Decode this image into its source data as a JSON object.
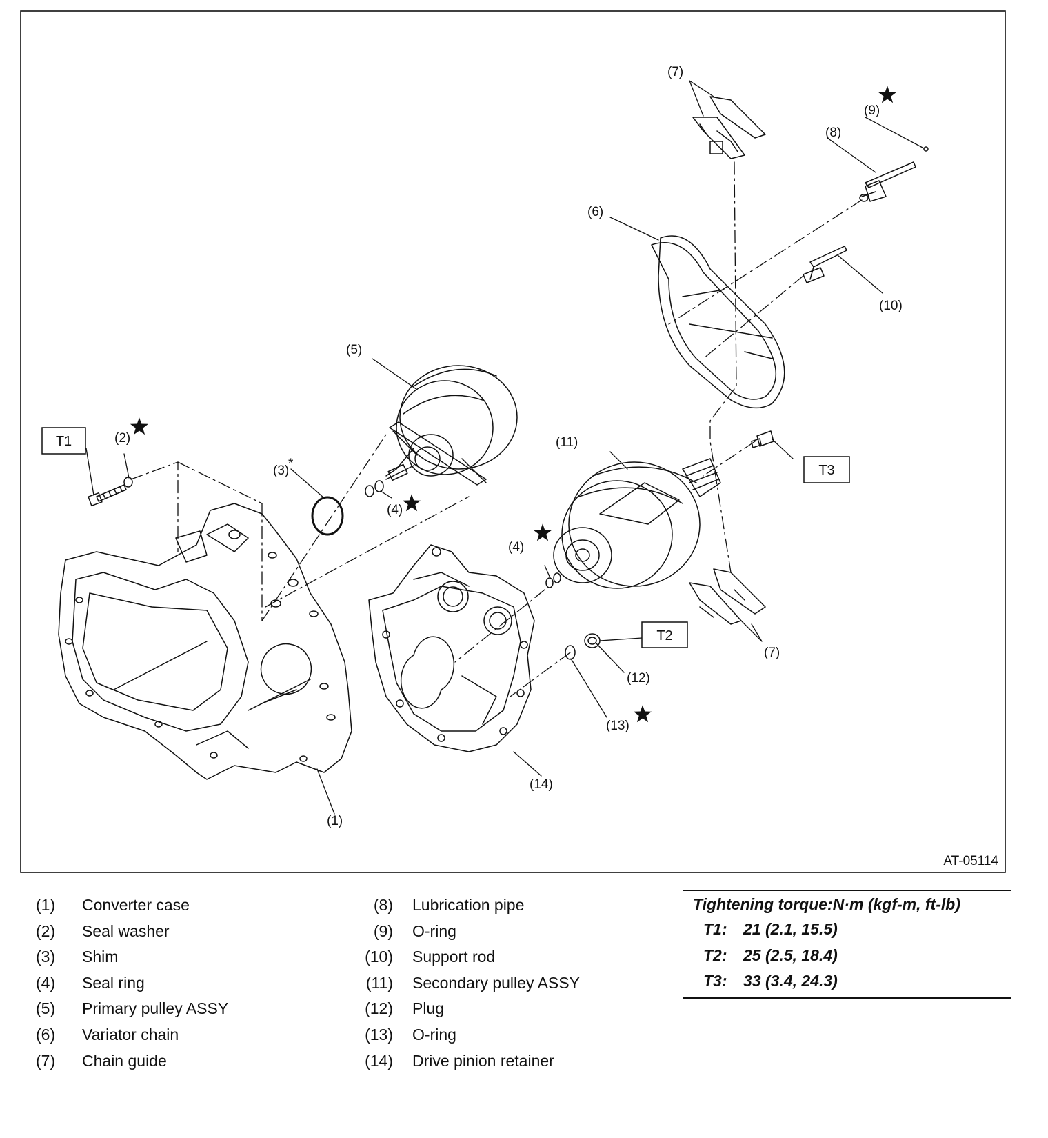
{
  "figure": {
    "code": "AT-05114",
    "callouts": [
      {
        "id": "c1",
        "text": "(1)"
      },
      {
        "id": "c2",
        "text": "(2)"
      },
      {
        "id": "c3",
        "text": "(3)"
      },
      {
        "id": "c4a",
        "text": "(4)"
      },
      {
        "id": "c4b",
        "text": "(4)"
      },
      {
        "id": "c5",
        "text": "(5)"
      },
      {
        "id": "c6",
        "text": "(6)"
      },
      {
        "id": "c7a",
        "text": "(7)"
      },
      {
        "id": "c7b",
        "text": "(7)"
      },
      {
        "id": "c8",
        "text": "(8)"
      },
      {
        "id": "c9",
        "text": "(9)"
      },
      {
        "id": "c10",
        "text": "(10)"
      },
      {
        "id": "c11",
        "text": "(11)"
      },
      {
        "id": "c12",
        "text": "(12)"
      },
      {
        "id": "c13",
        "text": "(13)"
      },
      {
        "id": "c14",
        "text": "(14)"
      }
    ],
    "torque_boxes": [
      "T1",
      "T2",
      "T3"
    ],
    "shim_mark": "*"
  },
  "legend": {
    "left": [
      {
        "num": "(1)",
        "name": "Converter case"
      },
      {
        "num": "(2)",
        "name": "Seal washer"
      },
      {
        "num": "(3)",
        "name": "Shim"
      },
      {
        "num": "(4)",
        "name": "Seal ring"
      },
      {
        "num": "(5)",
        "name": "Primary pulley ASSY"
      },
      {
        "num": "(6)",
        "name": "Variator chain"
      },
      {
        "num": "(7)",
        "name": "Chain guide"
      }
    ],
    "mid": [
      {
        "num": "(8)",
        "name": "Lubrication pipe"
      },
      {
        "num": "(9)",
        "name": "O-ring"
      },
      {
        "num": "(10)",
        "name": "Support rod"
      },
      {
        "num": "(11)",
        "name": "Secondary pulley ASSY"
      },
      {
        "num": "(12)",
        "name": "Plug"
      },
      {
        "num": "(13)",
        "name": "O-ring"
      },
      {
        "num": "(14)",
        "name": "Drive pinion retainer"
      }
    ]
  },
  "torque": {
    "title": "Tightening torque:N·m (kgf-m, ft-lb)",
    "rows": [
      {
        "key": "T1:",
        "value": "21 (2.1, 15.5)"
      },
      {
        "key": "T2:",
        "value": "25 (2.5, 18.4)"
      },
      {
        "key": "T3:",
        "value": "33 (3.4, 24.3)"
      }
    ]
  },
  "colors": {
    "ink": "#111111",
    "background": "#ffffff"
  },
  "icons": [
    "star-icon"
  ]
}
